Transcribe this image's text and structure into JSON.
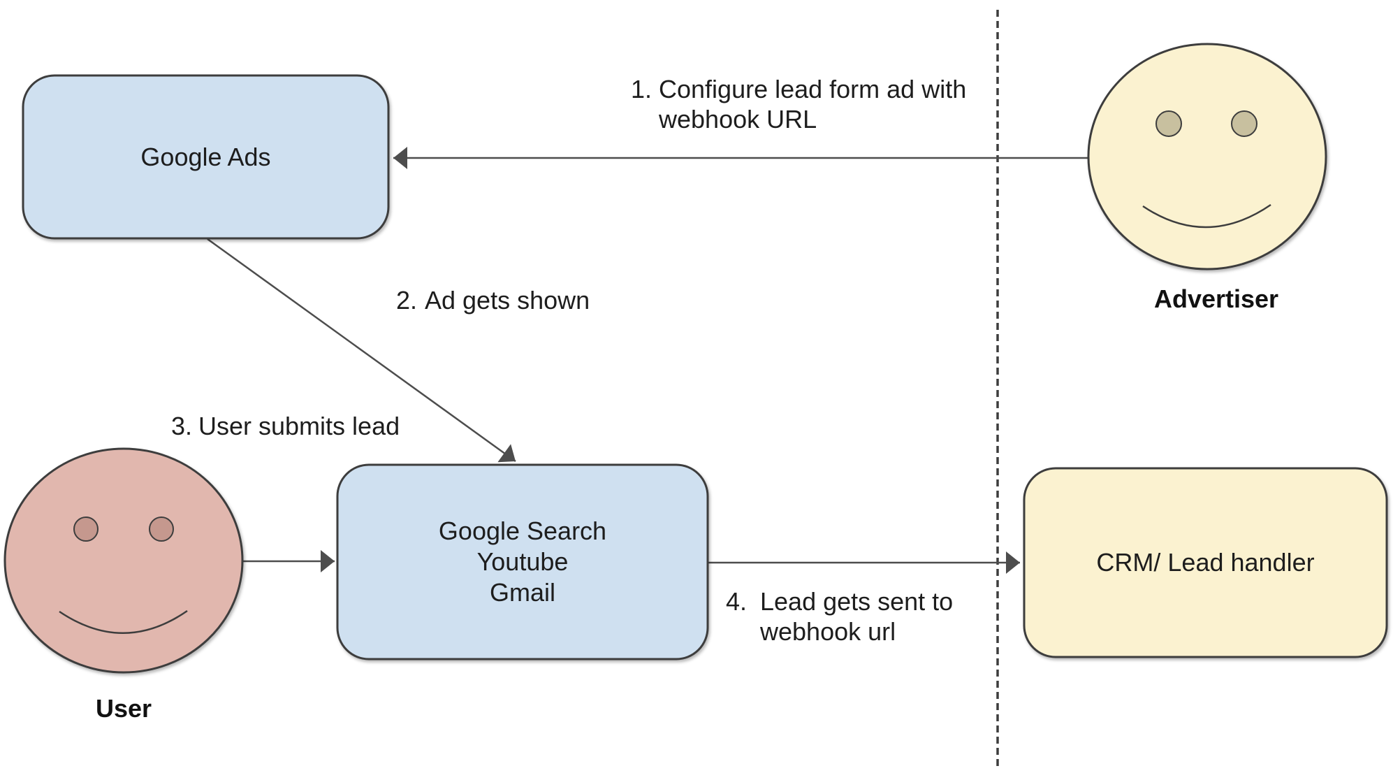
{
  "diagram": {
    "boxes": {
      "google_ads": {
        "label": "Google Ads"
      },
      "platforms": {
        "lines": [
          "Google Search",
          "Youtube",
          "Gmail"
        ]
      },
      "crm": {
        "label": "CRM/ Lead handler"
      }
    },
    "actors": {
      "advertiser": {
        "label": "Advertiser"
      },
      "user": {
        "label": "User"
      }
    },
    "steps": [
      {
        "num": "1.",
        "line1": "Configure lead form ad with",
        "line2": "webhook URL"
      },
      {
        "num": "2.",
        "line1": "Ad gets shown"
      },
      {
        "num": "3.",
        "line1": "User submits lead"
      },
      {
        "num": "4.",
        "line1": "Lead gets sent to",
        "line2": "webhook url"
      }
    ],
    "colors": {
      "box_blue": "#cfe0f0",
      "box_yellow": "#fbf2d0",
      "face_yellow": "#fbf2d0",
      "face_pink": "#e1b7ae",
      "eye_tan": "#c8c09f",
      "eye_pink": "#c5988e",
      "outline": "#3d3d3d",
      "arrow": "#4d4d4d",
      "text": "#1d1d1d"
    }
  }
}
